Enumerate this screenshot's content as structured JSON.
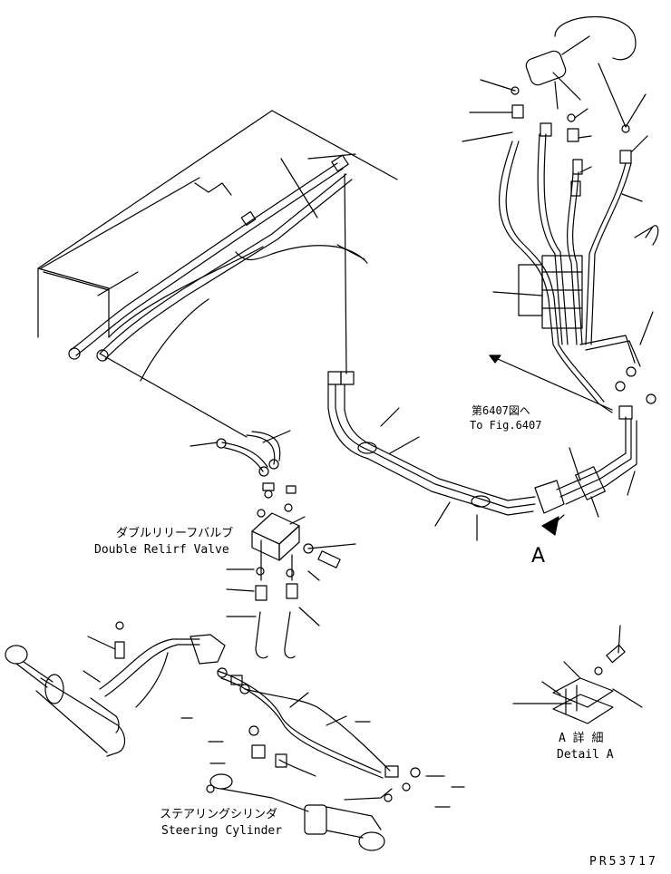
{
  "labels": {
    "to_fig_jp": "第6407図へ",
    "to_fig_en": "To Fig.6407",
    "detail_mark": "A",
    "double_relief_jp": "ダブルリリーフバルブ",
    "double_relief_en": "Double Relirf Valve",
    "detail_a_jp": "A 詳 細",
    "detail_a_en": "Detail A",
    "steering_cyl_jp": "ステアリングシリンダ",
    "steering_cyl_en": "Steering Cylinder",
    "part_code": "PR53717"
  }
}
